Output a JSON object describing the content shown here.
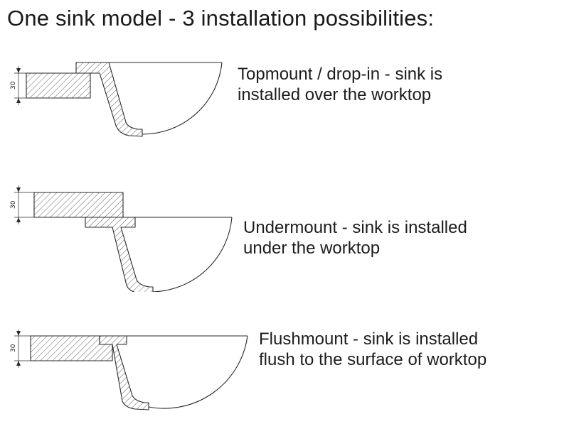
{
  "title": "One sink model - 3 installation possibilities:",
  "dimension_label": "30",
  "items": [
    {
      "id": "topmount",
      "caption_line1": "Topmount / drop-in - sink is",
      "caption_line2": "installed over the worktop"
    },
    {
      "id": "undermount",
      "caption_line1": "Undermount - sink is installed",
      "caption_line2": "under the worktop"
    },
    {
      "id": "flushmount",
      "caption_line1": "Flushmount - sink is installed",
      "caption_line2": "flush to the surface of worktop"
    }
  ],
  "colors": {
    "line": "#2a2a2a",
    "text": "#1d1d1d",
    "background": "#ffffff"
  }
}
